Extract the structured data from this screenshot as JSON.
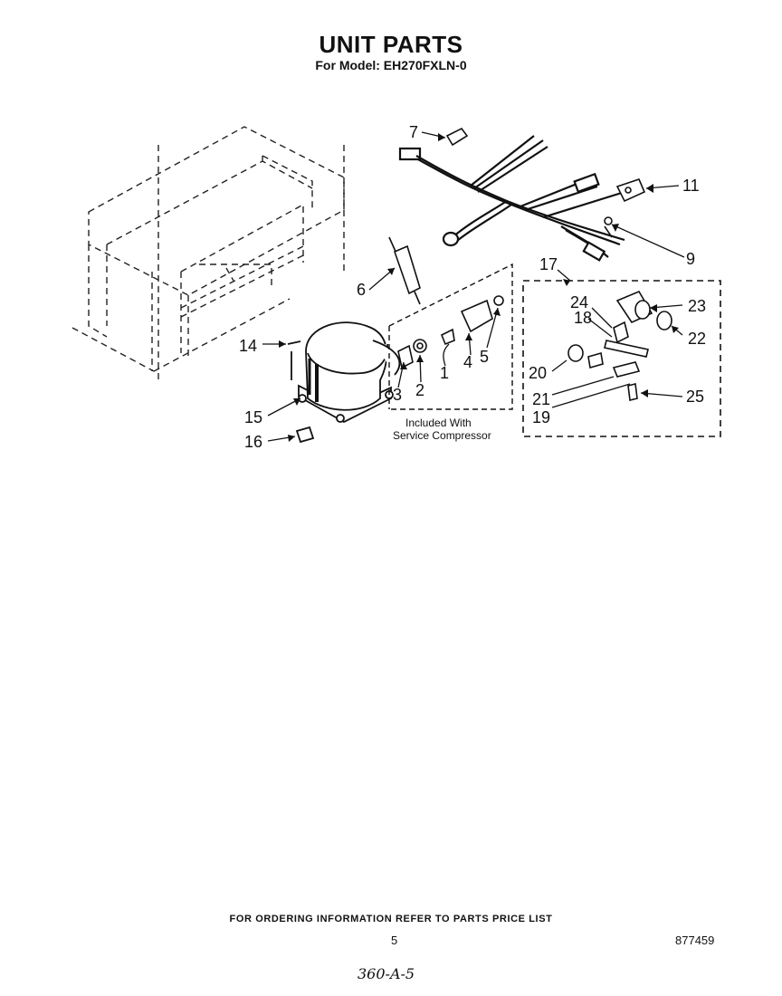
{
  "header": {
    "title": "UNIT PARTS",
    "subtitle": "For Model: EH270FXLN-0"
  },
  "callouts": {
    "c1": "1",
    "c2": "2",
    "c3": "3",
    "c4": "4",
    "c5": "5",
    "c6": "6",
    "c7": "7",
    "c9": "9",
    "c11": "11",
    "c14": "14",
    "c15": "15",
    "c16": "16",
    "c17": "17",
    "c18": "18",
    "c19": "19",
    "c20": "20",
    "c21": "21",
    "c22": "22",
    "c23": "23",
    "c24": "24",
    "c25": "25"
  },
  "caption": {
    "line1": "Included With",
    "line2": "Service Compressor"
  },
  "footer": {
    "ordering": "FOR ORDERING INFORMATION REFER TO PARTS PRICE LIST",
    "page": "5",
    "doc_number": "877459",
    "handwritten": "360-A-5"
  }
}
